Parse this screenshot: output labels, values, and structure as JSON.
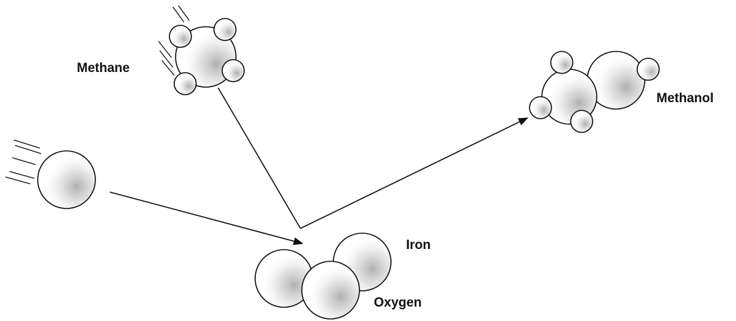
{
  "labels": {
    "methane": "Methane",
    "methanol": "Methanol",
    "iron": "Iron",
    "oxygen": "Oxygen"
  },
  "colors": {
    "ink": "#111111",
    "background": "#ffffff"
  }
}
